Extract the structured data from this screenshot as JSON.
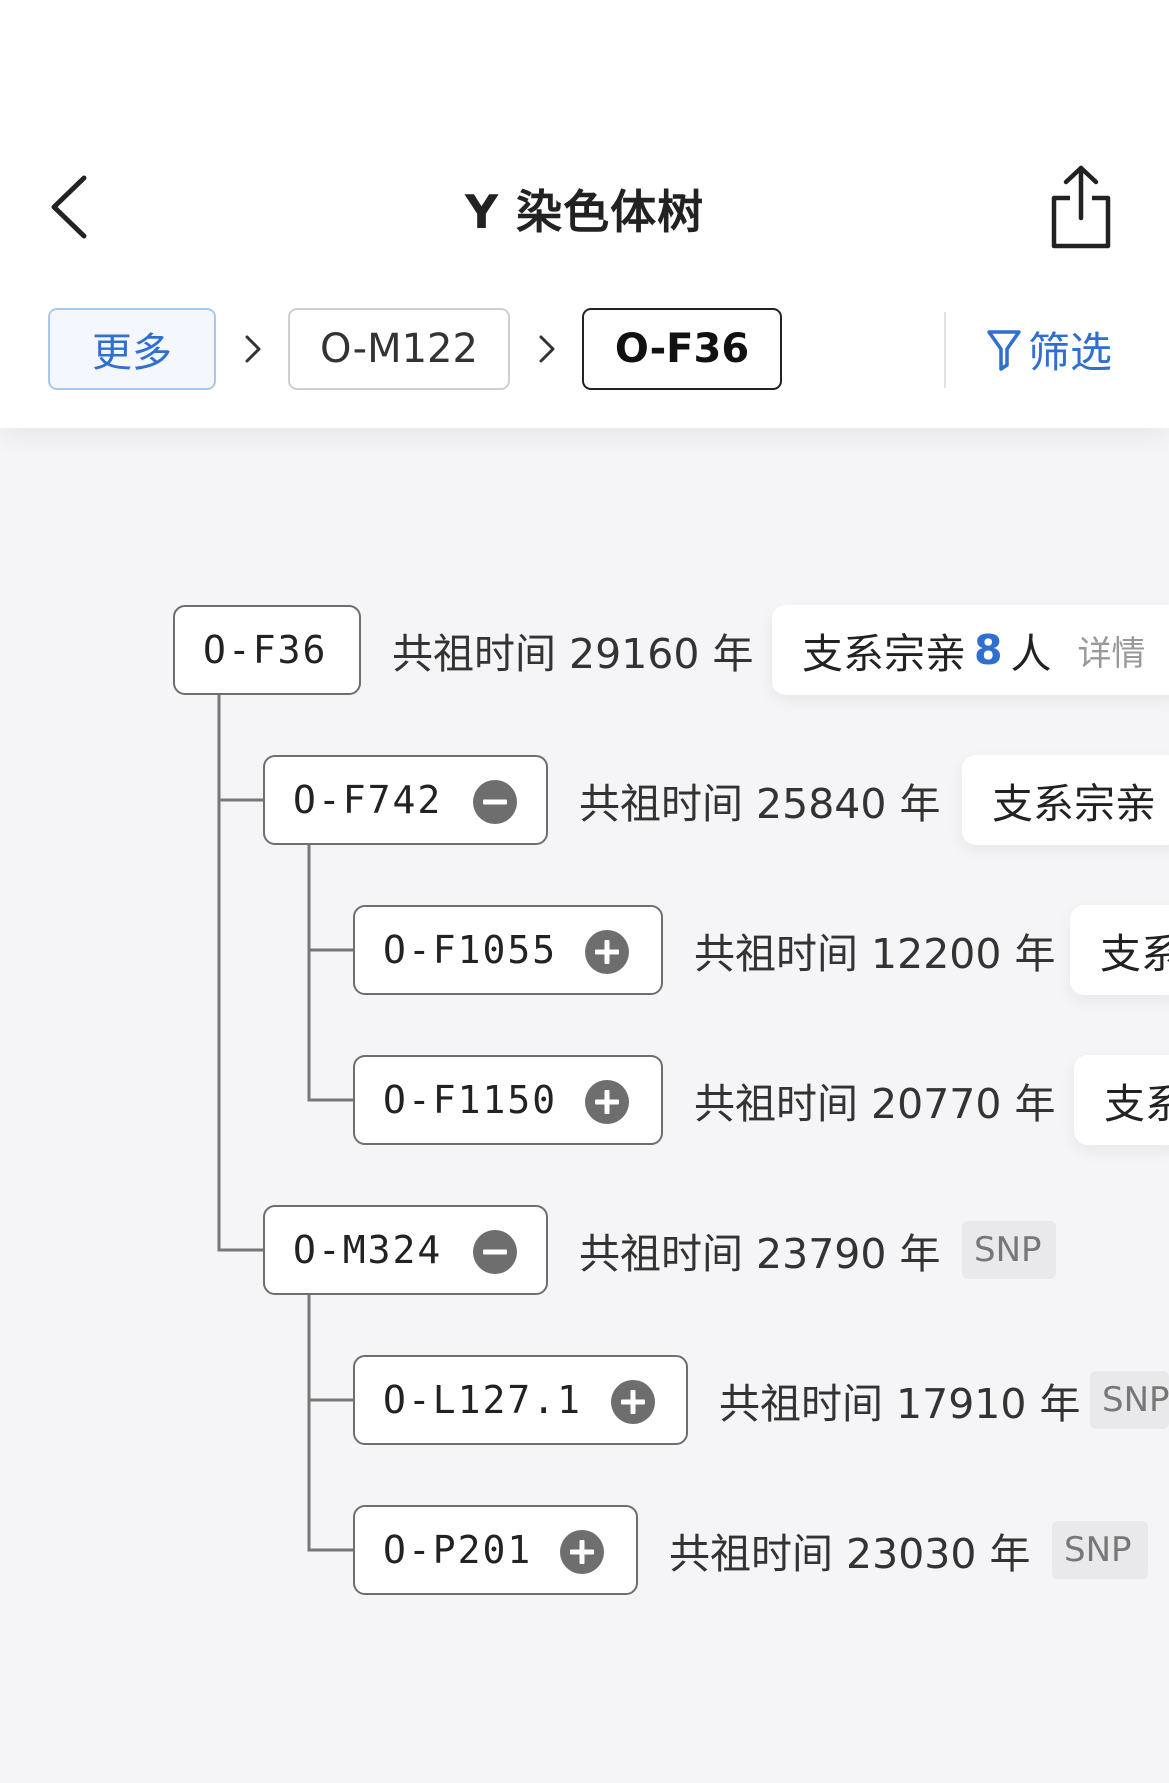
{
  "header": {
    "title": "Y 染色体树",
    "back_icon": "chevron-left-icon",
    "share_icon": "share-icon"
  },
  "breadcrumb": {
    "items": [
      "更多",
      "O-M122",
      "O-F36"
    ],
    "filter_label": "筛选",
    "filter_icon": "funnel-icon"
  },
  "tree": {
    "root": {
      "id": "O-F36",
      "info": "共祖时间 29160 年",
      "card_prefix": "支系宗亲",
      "card_count": "8",
      "card_suffix": "人",
      "card_detail": "详情"
    },
    "n1": {
      "id": "O-F742",
      "info": "共祖时间 25840 年",
      "card_prefix": "支系宗亲",
      "toggle": "minus"
    },
    "n2": {
      "id": "O-F1055",
      "info": "共祖时间 12200 年",
      "card_prefix": "支系",
      "toggle": "plus"
    },
    "n3": {
      "id": "O-F1150",
      "info": "共祖时间 20770 年",
      "card_prefix": "支系",
      "toggle": "plus"
    },
    "n4": {
      "id": "O-M324",
      "info": "共祖时间 23790 年",
      "tag": "SNP",
      "toggle": "minus"
    },
    "n5": {
      "id": "O-L127.1",
      "info": "共祖时间 17910 年",
      "tag": "SNP",
      "toggle": "plus"
    },
    "n6": {
      "id": "O-P201",
      "info": "共祖时间 23030 年",
      "tag": "SNP",
      "toggle": "plus"
    }
  },
  "colors": {
    "accent": "#2f6fd0",
    "toggle": "#6e6e6e",
    "background": "#f5f5f7"
  }
}
